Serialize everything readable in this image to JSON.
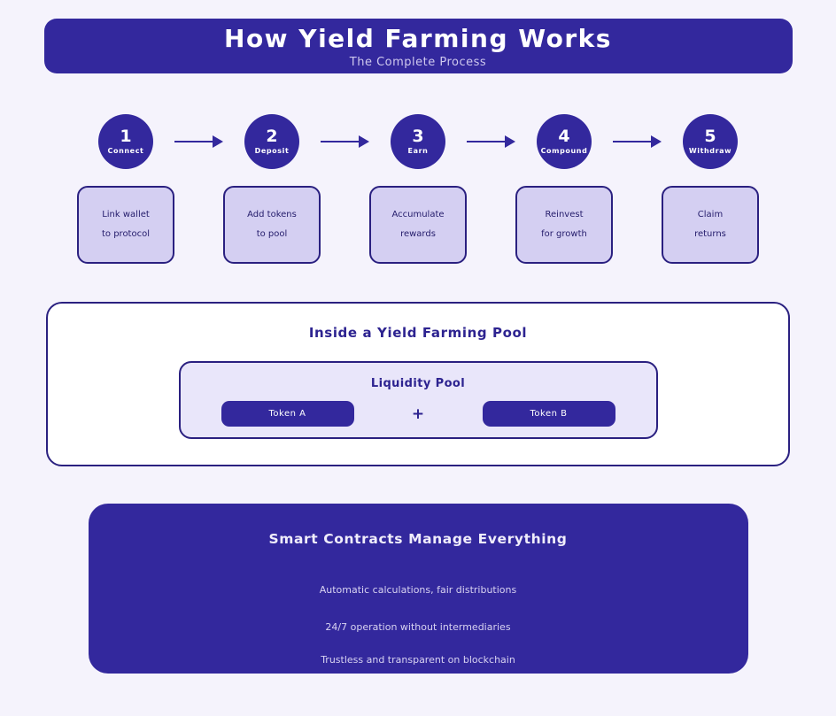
{
  "header": {
    "title": "How Yield Farming Works",
    "subtitle": "The Complete Process"
  },
  "steps": [
    {
      "number": "1",
      "label": "Connect",
      "desc1": "Link wallet",
      "desc2": "to protocol"
    },
    {
      "number": "2",
      "label": "Deposit",
      "desc1": "Add tokens",
      "desc2": "to pool"
    },
    {
      "number": "3",
      "label": "Earn",
      "desc1": "Accumulate",
      "desc2": "rewards"
    },
    {
      "number": "4",
      "label": "Compound",
      "desc1": "Reinvest",
      "desc2": "for growth"
    },
    {
      "number": "5",
      "label": "Withdraw",
      "desc1": "Claim",
      "desc2": "returns"
    }
  ],
  "pool_section": {
    "title": "Inside a Yield Farming Pool",
    "liquidity_pool": {
      "title": "Liquidity Pool",
      "token_a": "Token A",
      "plus_sign": "+",
      "token_b": "Token B"
    }
  },
  "smart_contracts": {
    "title": "Smart Contracts Manage Everything",
    "lines": [
      "Automatic calculations, fair distributions",
      "24/7 operation without intermediaries",
      "Trustless and transparent on blockchain"
    ]
  },
  "colors": {
    "page_bg": "#f5f3fc",
    "indigo": "#33289d",
    "border_navy": "#2a2080",
    "step_box_fill": "#d4cff2",
    "pool_box_fill": "#e9e6fa",
    "pool_section_fill": "#ffffff",
    "text_dark_indigo": "#241c6b",
    "header_subtitle": "#cfc9ee",
    "contracts_body_text": "#d8d3f1"
  }
}
